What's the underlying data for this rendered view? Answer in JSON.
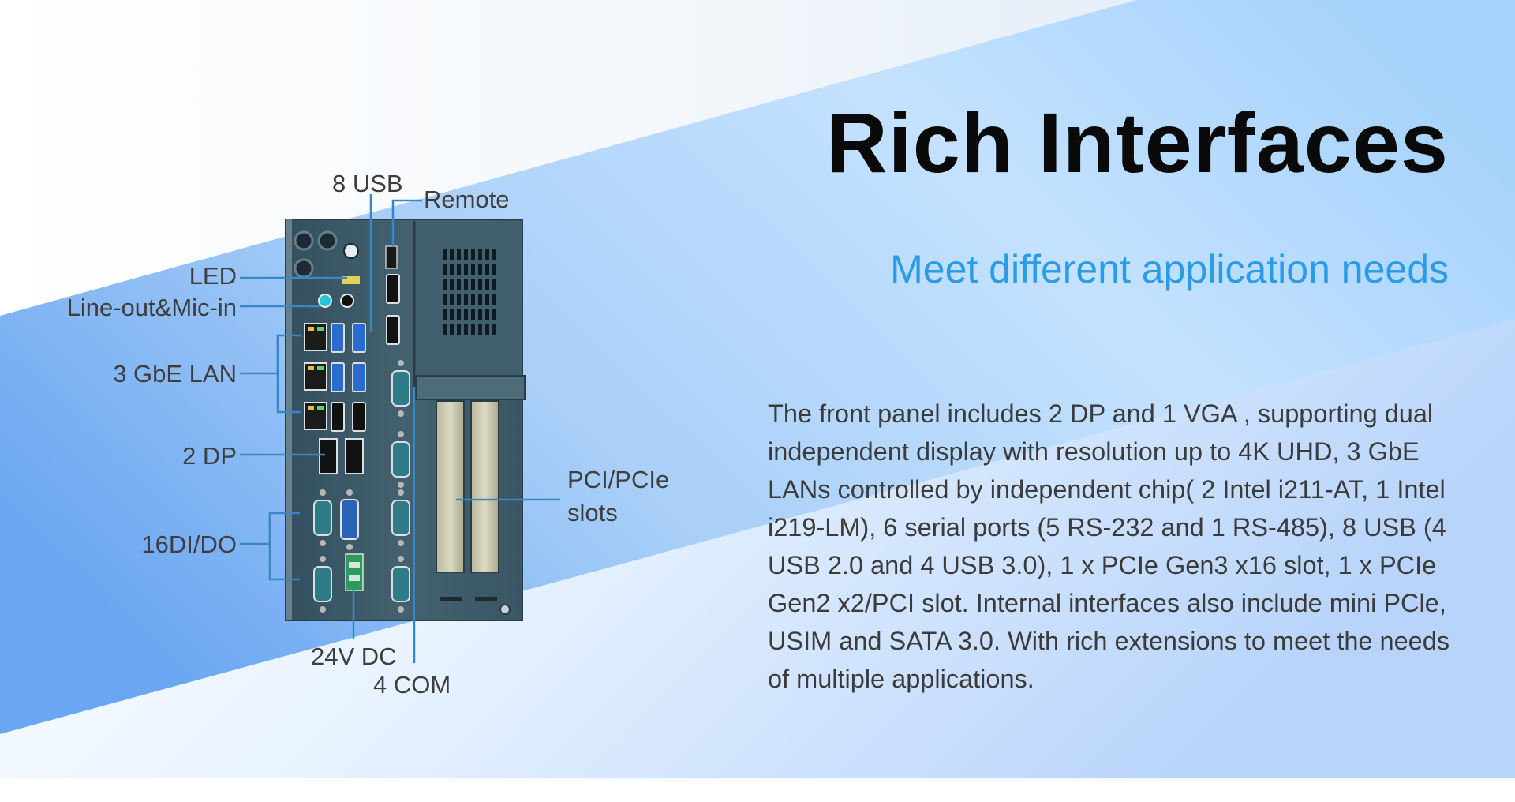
{
  "title": "Rich Interfaces",
  "subtitle": "Meet different application needs",
  "description": "The front panel includes 2 DP and 1 VGA , supporting dual independent display with resolution up to 4K UHD, 3 GbE LANs controlled by independent chip( 2 Intel i211-AT, 1 Intel i219-LM), 6 serial ports (5 RS-232 and 1 RS-485), 8 USB (4 USB 2.0 and 4 USB 3.0),  1 x PCIe Gen3 x16 slot, 1 x PCIe Gen2 x2/PCI slot. Internal interfaces also include mini PCle, USIM and SATA 3.0. With rich extensions to meet the needs of multiple applications.",
  "labels": {
    "usb": "8 USB",
    "remote": "Remote",
    "led": "LED",
    "audio": "Line-out&Mic-in",
    "lan": "3 GbE LAN",
    "dp": "2 DP",
    "dio": "16DI/DO",
    "pci_line1": "PCI/PCIe",
    "pci_line2": "slots",
    "dc": "24V DC",
    "com": "4 COM"
  },
  "colors": {
    "title": "#0a0a0a",
    "subtitle": "#2a9be6",
    "body_text": "#3b3b3b",
    "callout_line": "#3b86c6",
    "chassis": "#3d5866",
    "band_light": "#bfe0ff",
    "band_dark": "#6aa8f2"
  }
}
